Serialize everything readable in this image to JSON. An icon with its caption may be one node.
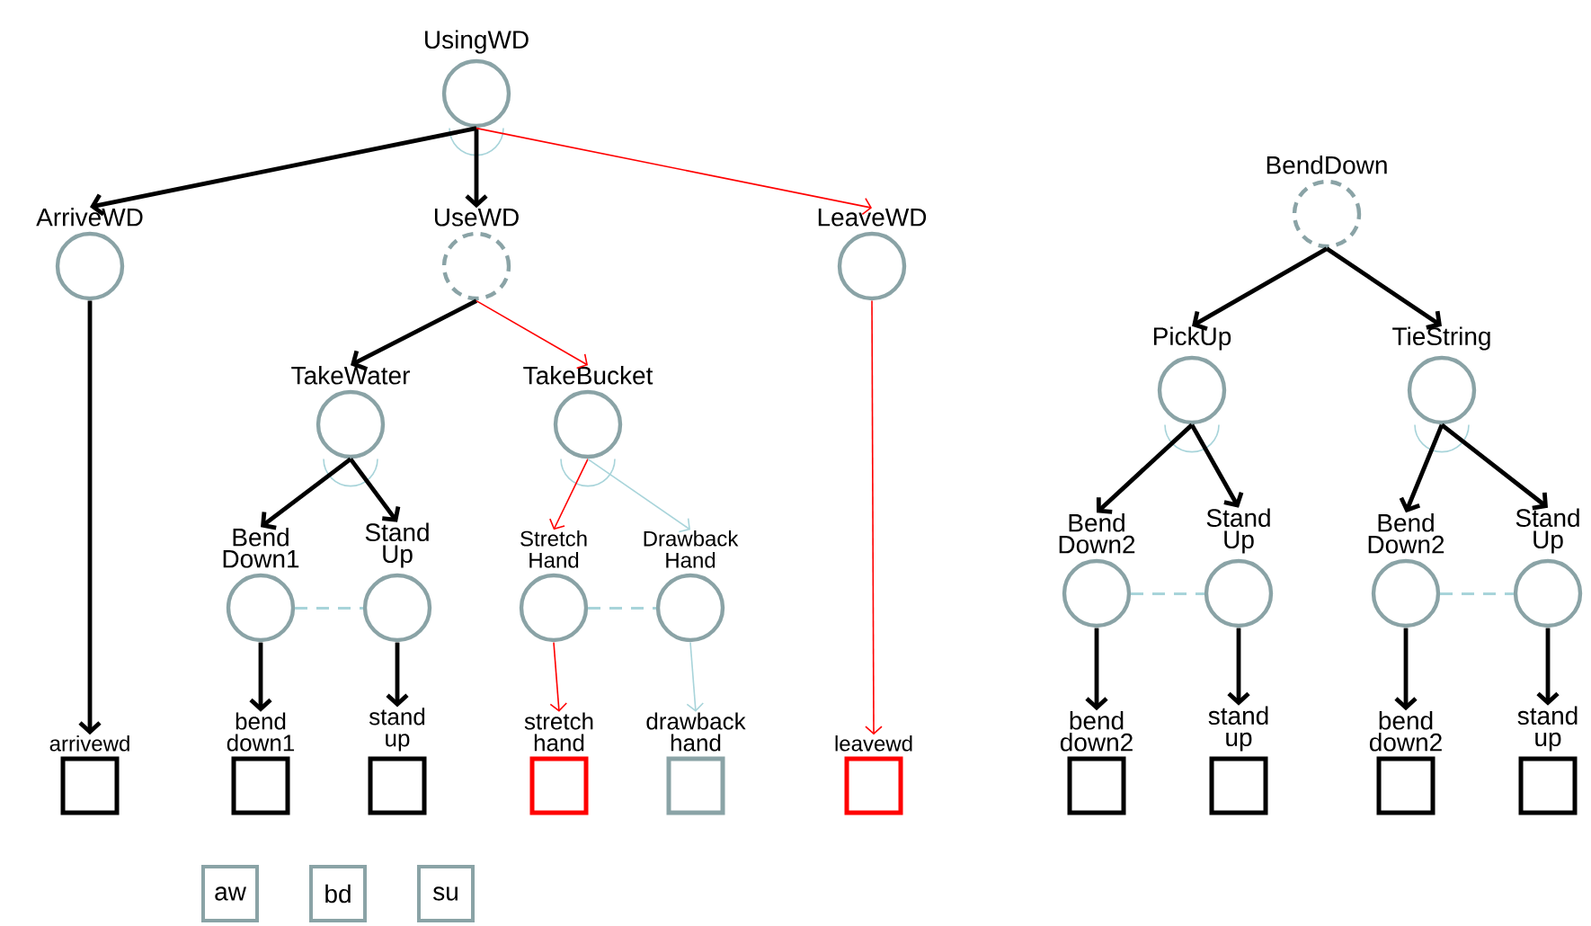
{
  "diagram": {
    "nodes": [
      {
        "text": [
          "UsingWD"
        ]
      },
      {
        "text": [
          "ArriveWD"
        ]
      },
      {
        "text": [
          "UseWD"
        ]
      },
      {
        "text": [
          "LeaveWD"
        ]
      },
      {
        "text": [
          "TakeWater"
        ]
      },
      {
        "text": [
          "TakeBucket"
        ]
      },
      {
        "text": [
          "Bend Down1"
        ]
      },
      {
        "text": [
          "Stand Up"
        ]
      },
      {
        "text": [
          "Stretch Hand"
        ]
      },
      {
        "text": [
          "Drawback Hand"
        ]
      },
      {
        "text": [
          "arrivewd"
        ]
      },
      {
        "text": [
          "bend down1"
        ]
      },
      {
        "text": [
          "stand up"
        ]
      },
      {
        "text": [
          "stretch hand"
        ]
      },
      {
        "text": [
          "drawback hand"
        ]
      },
      {
        "text": [
          "leavewd"
        ]
      },
      {
        "text": [
          "aw"
        ]
      },
      {
        "text": [
          "bd"
        ]
      },
      {
        "text": [
          "su"
        ]
      },
      {
        "text": [
          "BendDown"
        ]
      },
      {
        "text": [
          "PickUp"
        ]
      },
      {
        "text": [
          "TieString"
        ]
      },
      {
        "text": [
          "Bend Down2"
        ]
      },
      {
        "text": [
          "Stand Up"
        ]
      },
      {
        "text": [
          "Bend Down2"
        ]
      },
      {
        "text": [
          "Stand Up"
        ]
      },
      {
        "text": [
          "bend down2"
        ]
      },
      {
        "text": [
          "stand up"
        ]
      },
      {
        "text": [
          "bend down2"
        ]
      },
      {
        "text": [
          "stand up"
        ]
      }
    ],
    "edges": [
      {
        "from": 0,
        "to": 1,
        "arrow": "to"
      },
      {
        "from": 0,
        "to": 2,
        "arrow": "to"
      },
      {
        "from": 0,
        "to": 3,
        "arrow": "to",
        "color": "#ff0000"
      },
      {
        "from": 1,
        "to": 10,
        "arrow": "to"
      },
      {
        "from": 2,
        "to": 4,
        "arrow": "to"
      },
      {
        "from": 2,
        "to": 5,
        "arrow": "to",
        "color": "#ff0000"
      },
      {
        "from": 3,
        "to": 15,
        "arrow": "to",
        "color": "#ff0000"
      },
      {
        "from": 4,
        "to": 6,
        "arrow": "to"
      },
      {
        "from": 4,
        "to": 7,
        "arrow": "to"
      },
      {
        "from": 5,
        "to": 8,
        "arrow": "to",
        "color": "#ff0000"
      },
      {
        "from": 5,
        "to": 9,
        "arrow": "to",
        "color": "#a8d4da"
      },
      {
        "from": 6,
        "to": 7,
        "arrow": "none",
        "style": "dashed",
        "color": "#a8d4da"
      },
      {
        "from": 8,
        "to": 9,
        "arrow": "none",
        "style": "dashed",
        "color": "#a8d4da"
      },
      {
        "from": 6,
        "to": 11,
        "arrow": "to"
      },
      {
        "from": 7,
        "to": 12,
        "arrow": "to"
      },
      {
        "from": 8,
        "to": 13,
        "arrow": "to",
        "color": "#ff0000"
      },
      {
        "from": 9,
        "to": 14,
        "arrow": "to",
        "color": "#a8d4da"
      },
      {
        "from": 19,
        "to": 20,
        "arrow": "to"
      },
      {
        "from": 19,
        "to": 21,
        "arrow": "to"
      },
      {
        "from": 20,
        "to": 22,
        "arrow": "to"
      },
      {
        "from": 20,
        "to": 23,
        "arrow": "to"
      },
      {
        "from": 21,
        "to": 24,
        "arrow": "to"
      },
      {
        "from": 21,
        "to": 25,
        "arrow": "to"
      },
      {
        "from": 22,
        "to": 23,
        "arrow": "none",
        "style": "dashed",
        "color": "#a8d4da"
      },
      {
        "from": 24,
        "to": 25,
        "arrow": "none",
        "style": "dashed",
        "color": "#a8d4da"
      },
      {
        "from": 22,
        "to": 26,
        "arrow": "to"
      },
      {
        "from": 23,
        "to": 27,
        "arrow": "to"
      },
      {
        "from": 24,
        "to": 28,
        "arrow": "to"
      },
      {
        "from": 25,
        "to": 29,
        "arrow": "to"
      }
    ]
  }
}
